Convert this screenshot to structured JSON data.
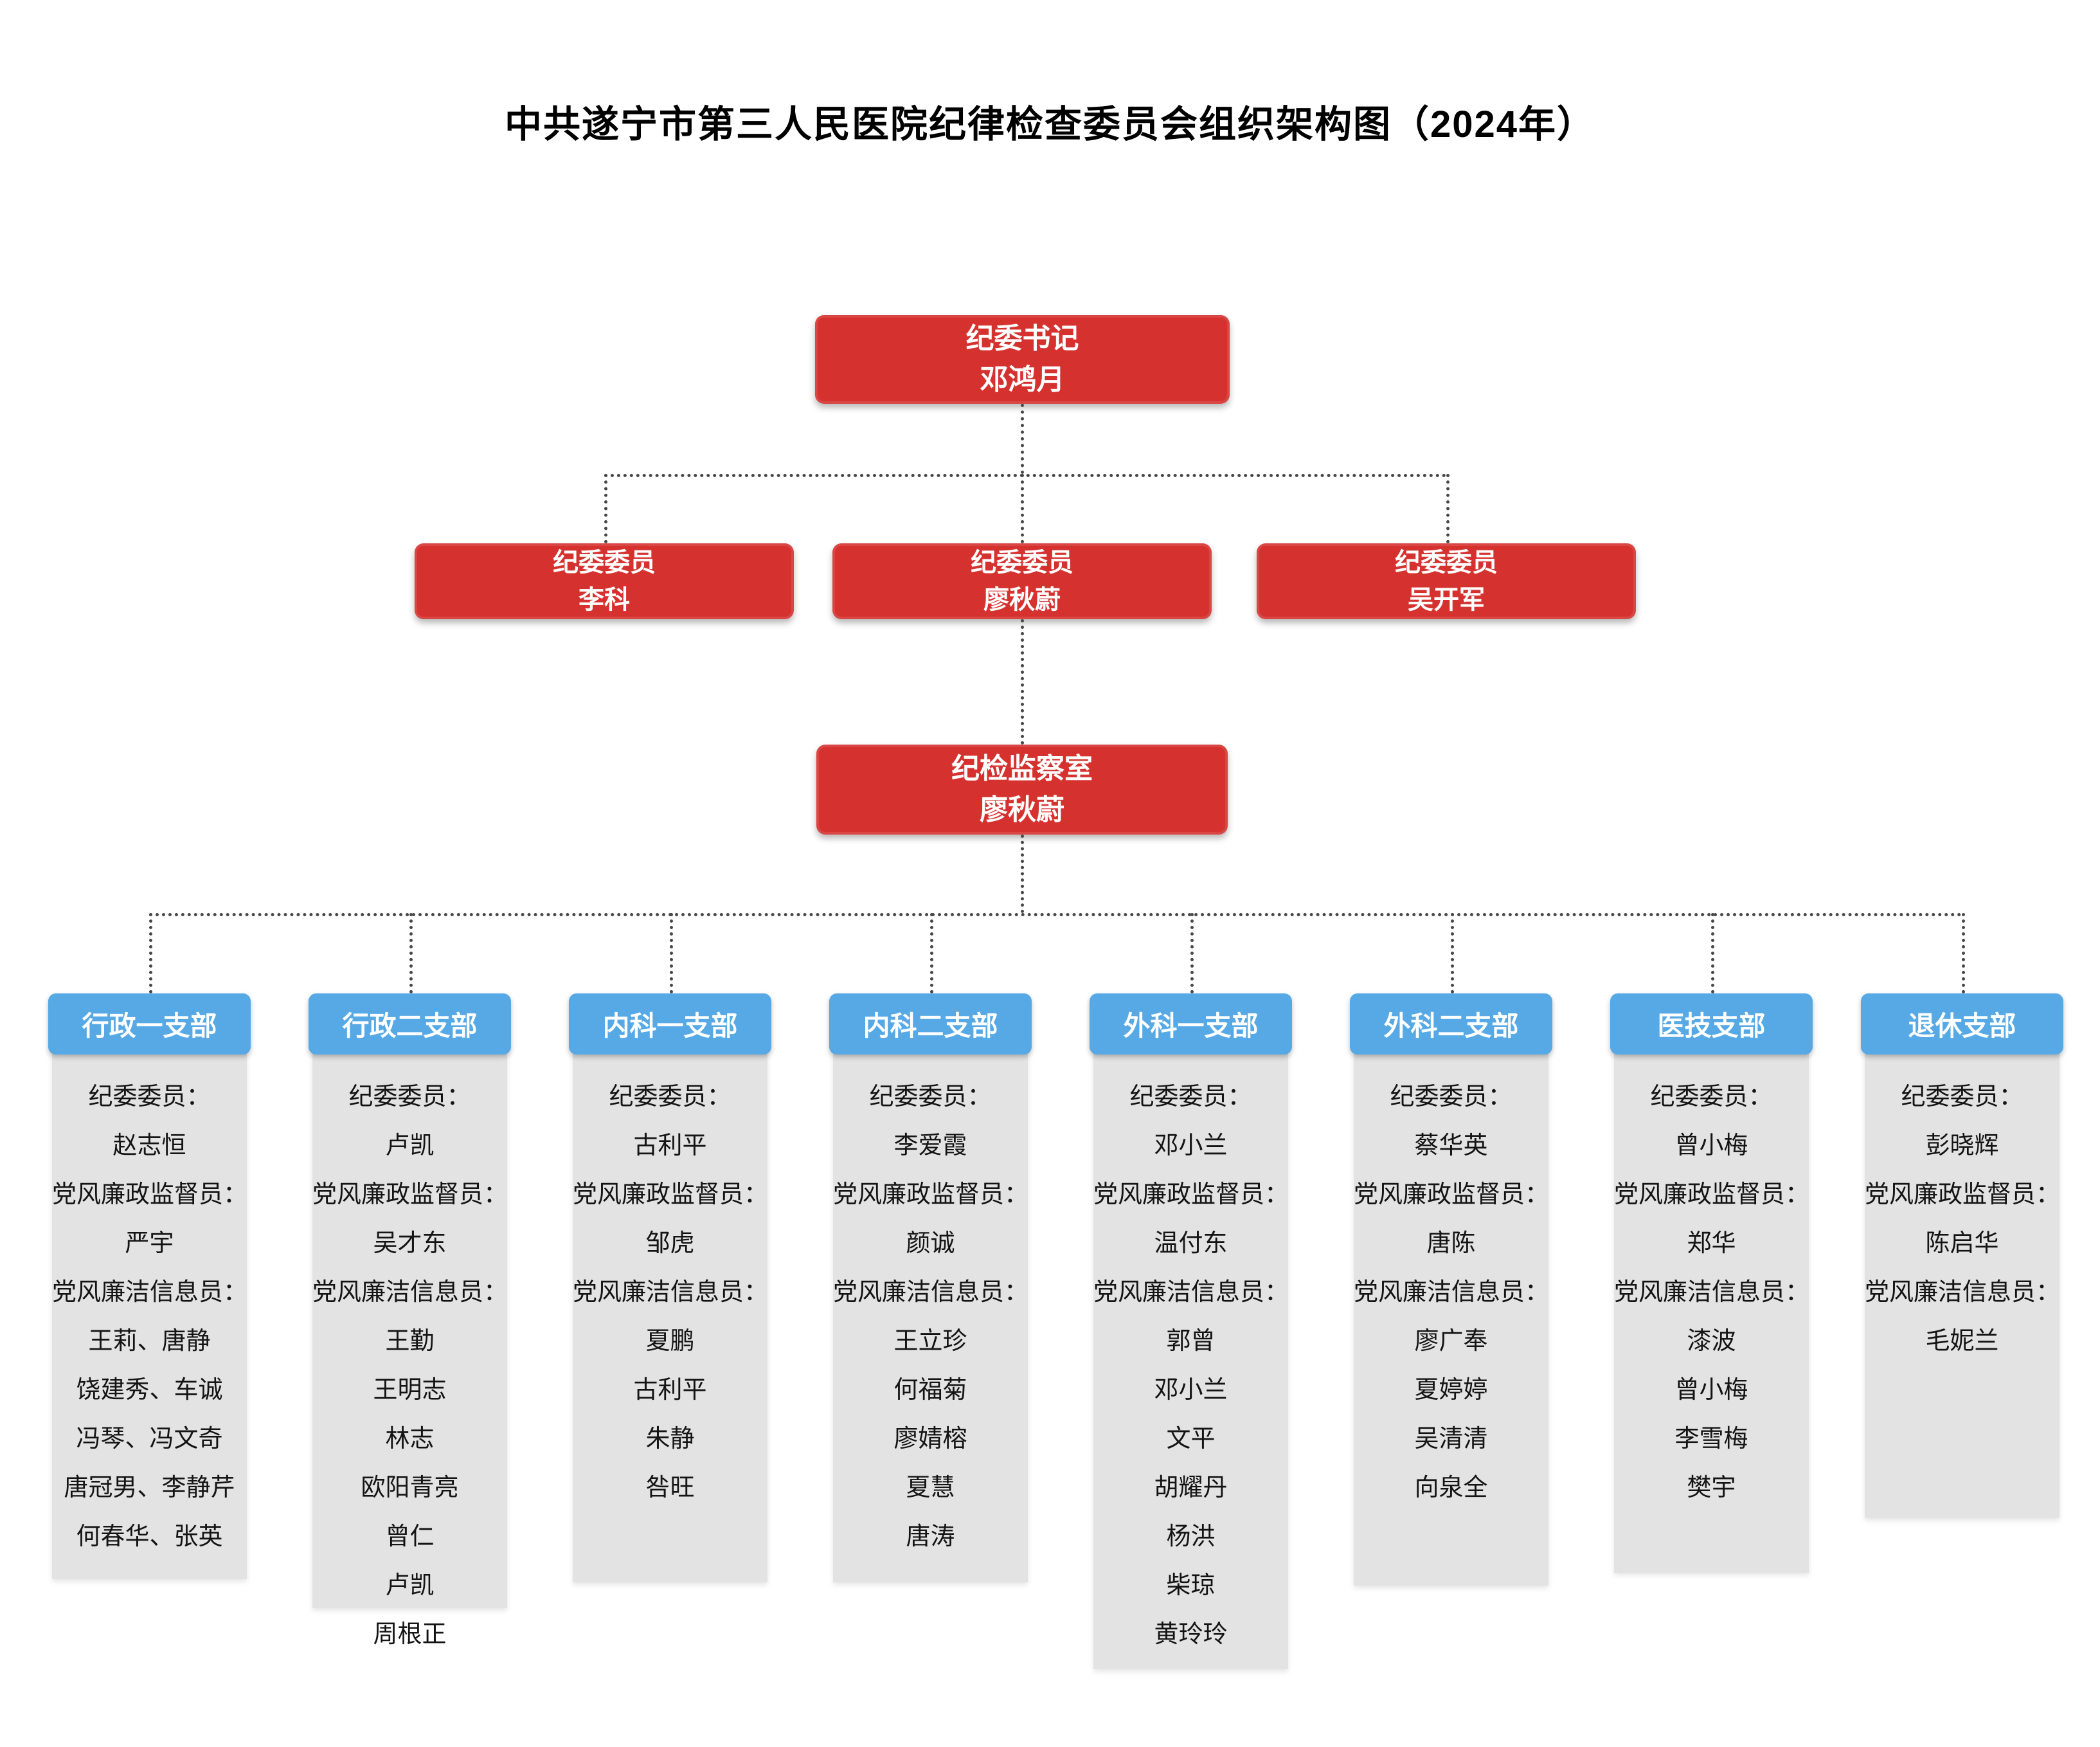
{
  "title": "中共遂宁市第三人民医院纪律检查委员会组织架构图（2024年）",
  "colors": {
    "node_red": "#d5322f",
    "branch_header_blue": "#56a9e5",
    "branch_body_gray": "#e3e3e3",
    "connector_gray": "#474747",
    "text_white": "#ffffff",
    "text_black": "#141414"
  },
  "nodes": {
    "secretary": {
      "role": "纪委书记",
      "name": "邓鸿月"
    },
    "members": [
      {
        "role": "纪委委员",
        "name": "李科"
      },
      {
        "role": "纪委委员",
        "name": "廖秋蔚"
      },
      {
        "role": "纪委委员",
        "name": "吴开军"
      }
    ],
    "office": {
      "role": "纪检监察室",
      "name": "廖秋蔚"
    }
  },
  "branches": [
    {
      "title": "行政一支部",
      "lines": [
        "纪委委员：",
        "赵志恒",
        "党风廉政监督员：",
        "严宇",
        "党风廉洁信息员：",
        "王莉、唐静",
        "饶建秀、车诚",
        "冯琴、冯文奇",
        "唐冠男、李静芹",
        "何春华、张英"
      ]
    },
    {
      "title": "行政二支部",
      "lines": [
        "纪委委员：",
        "卢凯",
        "党风廉政监督员：",
        "吴才东",
        "党风廉洁信息员：",
        "王勤",
        "王明志",
        "林志",
        "欧阳青亮",
        "曾仁",
        "卢凯",
        "周根正"
      ]
    },
    {
      "title": "内科一支部",
      "lines": [
        "纪委委员：",
        "古利平",
        "党风廉政监督员：",
        "邹虎",
        "党风廉洁信息员：",
        "夏鹏",
        "古利平",
        "朱静",
        "咎旺"
      ]
    },
    {
      "title": "内科二支部",
      "lines": [
        "纪委委员：",
        "李爱霞",
        "党风廉政监督员：",
        "颜诚",
        "党风廉洁信息员：",
        "王立珍",
        "何福菊",
        "廖婧榕",
        "夏慧",
        "唐涛"
      ]
    },
    {
      "title": "外科一支部",
      "lines": [
        "纪委委员：",
        "邓小兰",
        "党风廉政监督员：",
        "温付东",
        "党风廉洁信息员：",
        "郭曾",
        "邓小兰",
        "文平",
        "胡耀丹",
        "杨洪",
        "柴琼",
        "黄玲玲"
      ]
    },
    {
      "title": "外科二支部",
      "lines": [
        "纪委委员：",
        "蔡华英",
        "党风廉政监督员：",
        "唐陈",
        "党风廉洁信息员：",
        "廖广奉",
        "夏婷婷",
        "吴清清",
        "向泉全"
      ]
    },
    {
      "title": "医技支部",
      "lines": [
        "纪委委员：",
        "曾小梅",
        "党风廉政监督员：",
        "郑华",
        "党风廉洁信息员：",
        "漆波",
        "曾小梅",
        "李雪梅",
        "樊宇"
      ]
    },
    {
      "title": "退休支部",
      "lines": [
        "纪委委员：",
        "彭晓辉",
        "党风廉政监督员：",
        "陈启华",
        "党风廉洁信息员：",
        "毛妮兰"
      ]
    }
  ]
}
